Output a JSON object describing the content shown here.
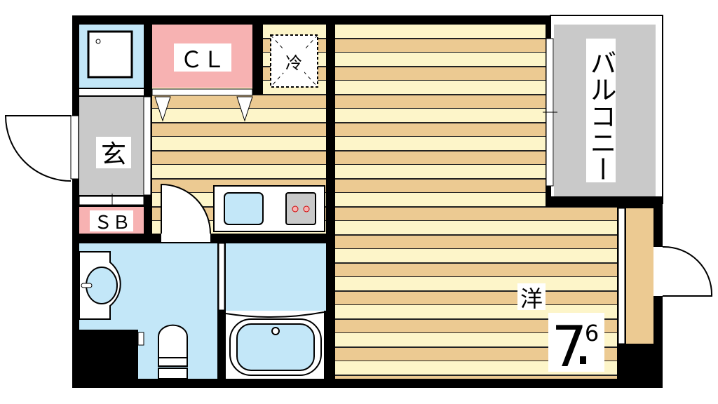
{
  "rooms": {
    "closet": "ＣＬ",
    "fridge": "冷",
    "entrance": "玄",
    "shoe_box": "ＳＢ",
    "balcony": "バルコニー",
    "western_room": "洋",
    "room_size_int": "7",
    "room_size_dec": "6"
  },
  "colors": {
    "wall": "#000000",
    "water_area": "#c3e7f8",
    "storage": "#f7b2b2",
    "entrance_floor": "#c9c9c9",
    "floor_dark": "#ecca92",
    "floor_light": "#fdf5c9"
  }
}
